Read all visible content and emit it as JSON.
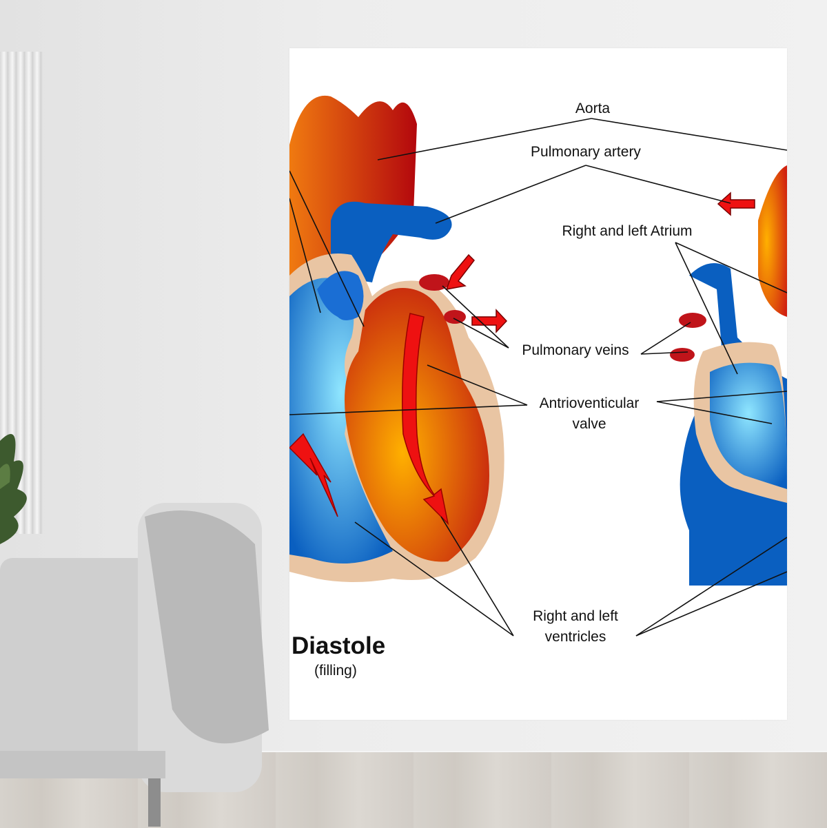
{
  "labels": {
    "aorta": "Aorta",
    "pulmonary_artery": "Pulmonary artery",
    "atrium": "Right and left Atrium",
    "pulmonary_veins": "Pulmonary veins",
    "valve_line1": "Antrioventicular",
    "valve_line2": "valve",
    "ventricles_line1": "Right and left",
    "ventricles_line2": "ventricles"
  },
  "caption": {
    "title": "Diastole",
    "subtitle": "(filling)"
  },
  "colors": {
    "artery_red": "#c0141a",
    "vein_blue": "#0a5fc0",
    "tissue_beige": "#e9c5a3",
    "chamber_orange": "#f5a000",
    "flow_arrow": "#ee1111"
  }
}
